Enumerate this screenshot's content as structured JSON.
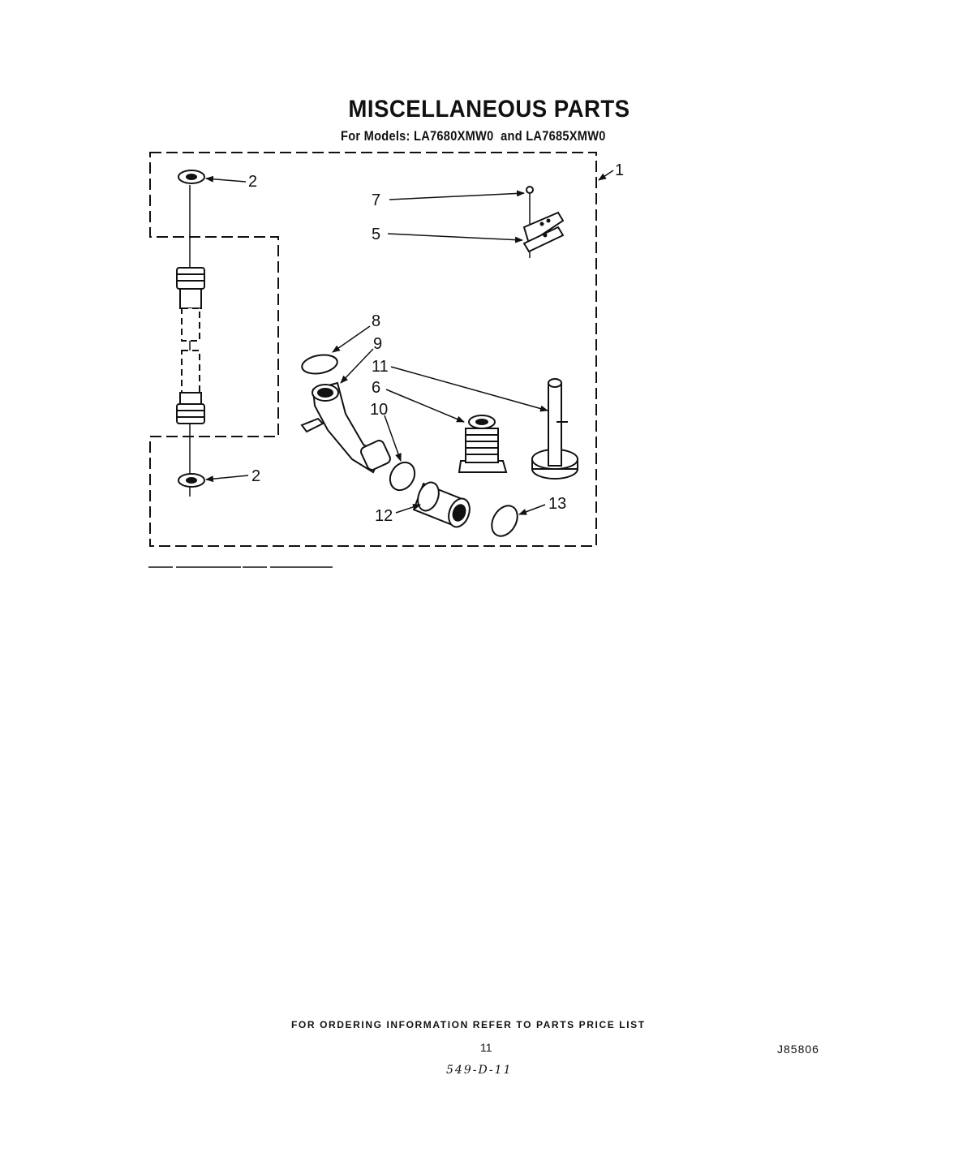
{
  "header": {
    "title": "MISCELLANEOUS PARTS",
    "subtitle_prefix": "For Models:",
    "model_1": "LA7680XMW0",
    "conjunction": "and",
    "model_2": "LA7685XMW0"
  },
  "callouts": {
    "c1": "1",
    "c2a": "2",
    "c2b": "2",
    "c5": "5",
    "c6": "6",
    "c7": "7",
    "c8": "8",
    "c9": "9",
    "c10": "10",
    "c11": "11",
    "c12": "12",
    "c13": "13"
  },
  "footer": {
    "ordering_note": "FOR ORDERING INFORMATION REFER TO PARTS PRICE LIST",
    "page_number": "11",
    "doc_code": "J85806",
    "handwritten_note": "549-D-11"
  }
}
